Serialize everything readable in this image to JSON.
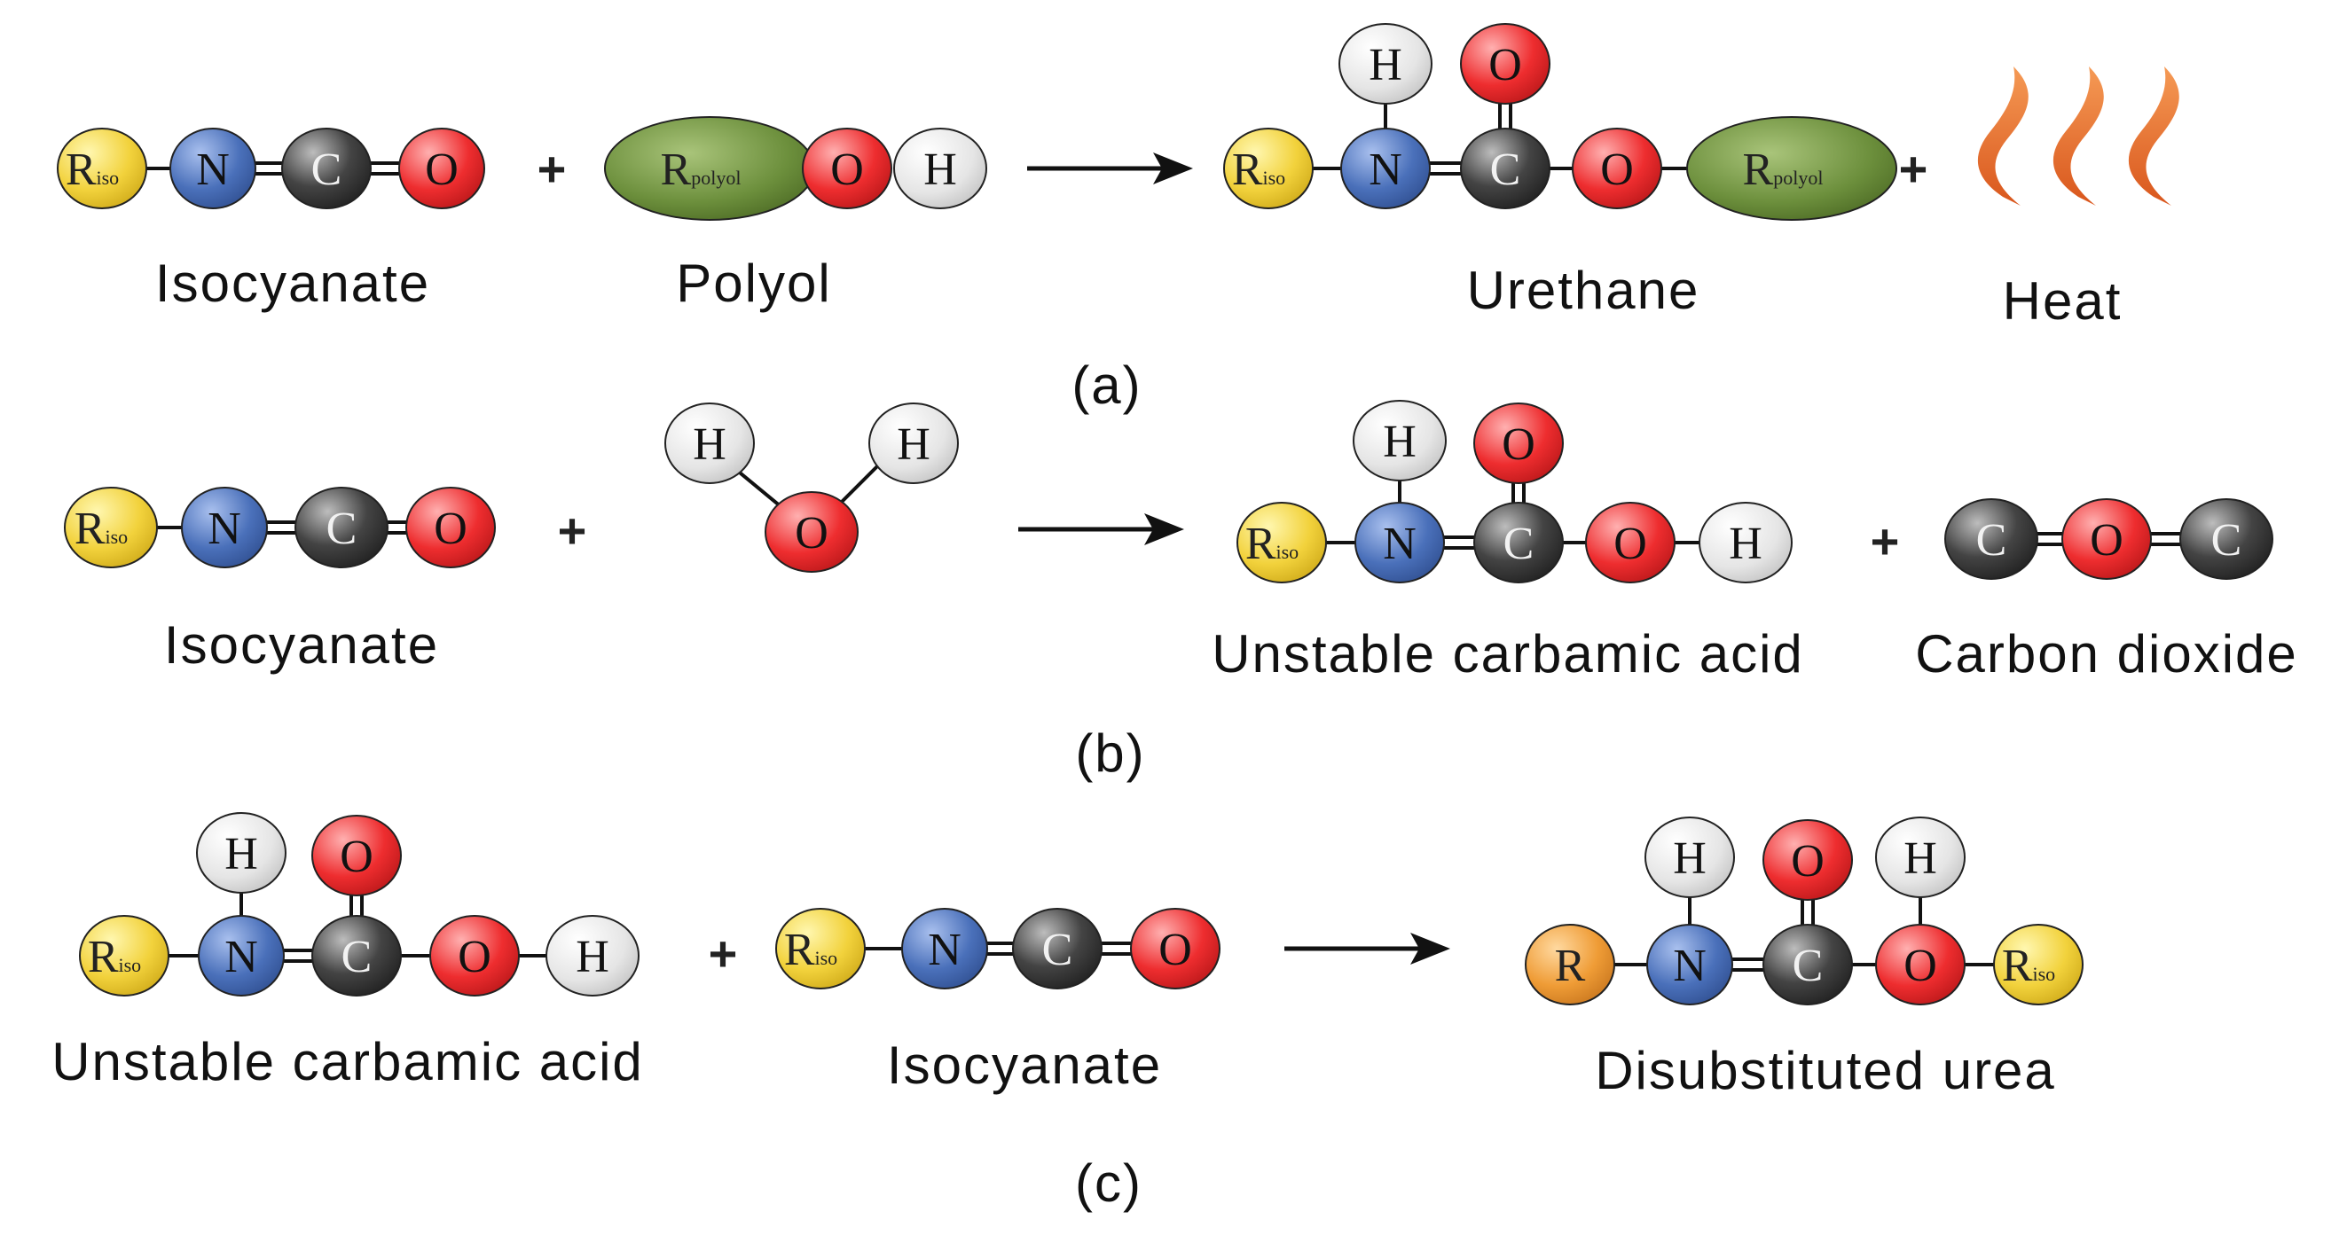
{
  "colors": {
    "R": "#f0cf3a",
    "R_alkyl": "#ee9a35",
    "N": "#4a6fb8",
    "C": "#3a3a3a",
    "O": "#ee2c2e",
    "H": "#e6e6e6",
    "polyol": "#6b8e3c",
    "heat": "#e8702f",
    "text": "#111111"
  },
  "atoms": {
    "R": "R",
    "R_sub": "iso",
    "R_polyol_sub": "polyol",
    "N": "N",
    "C": "C",
    "O": "O",
    "H": "H"
  },
  "symbols": {
    "plus": "+"
  },
  "reactions": [
    {
      "tag": "(a)",
      "labels": [
        "Isocyanate",
        "Polyol",
        "Urethane",
        "Heat"
      ]
    },
    {
      "tag": "(b)",
      "labels": [
        "Isocyanate",
        "Unstable carbamic acid",
        "Carbon dioxide"
      ]
    },
    {
      "tag": "(c)",
      "labels": [
        "Unstable carbamic acid",
        "Isocyanate",
        "Disubstituted urea"
      ]
    }
  ]
}
